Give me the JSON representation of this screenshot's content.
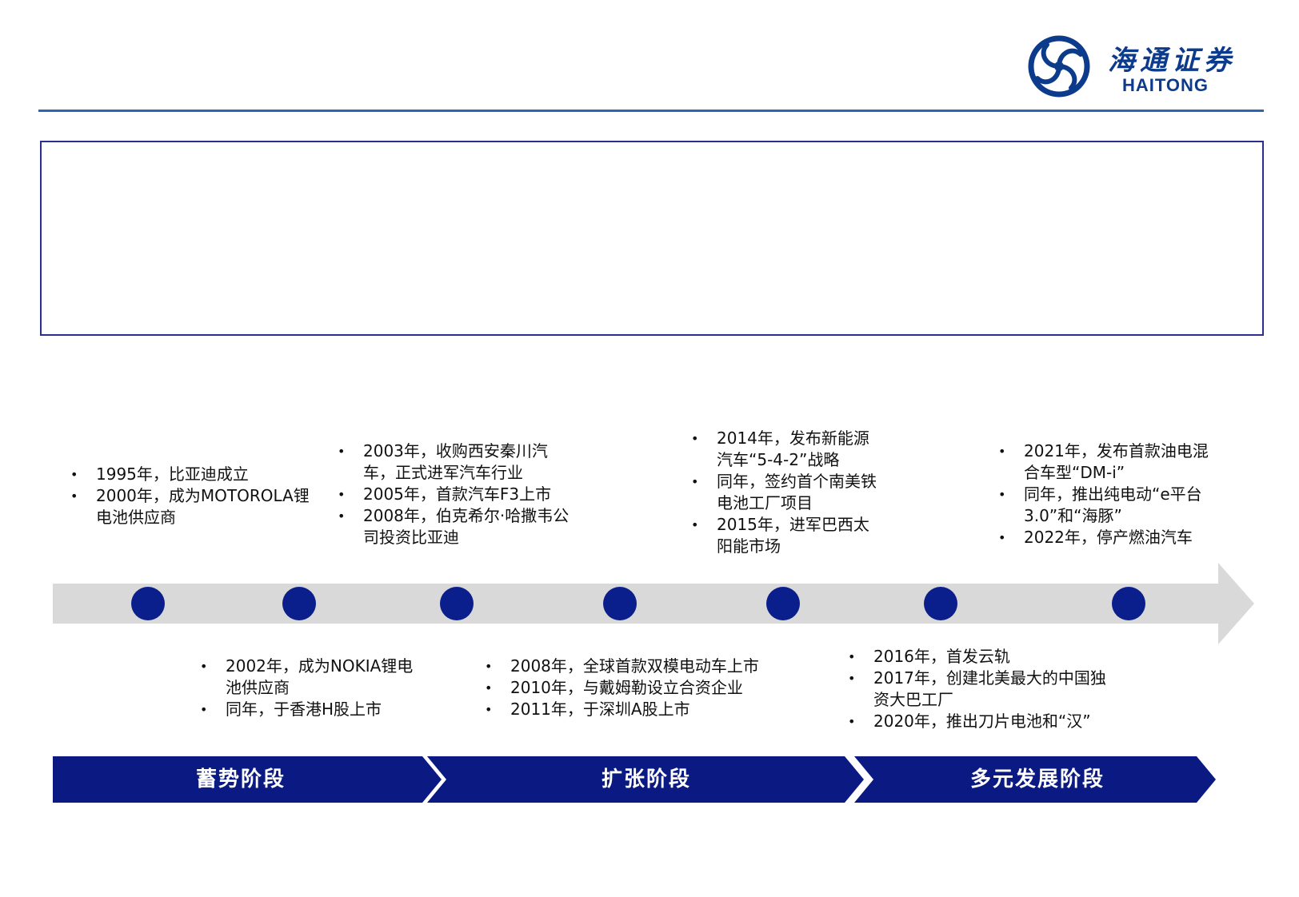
{
  "header": {
    "logo_cn": "海通证券",
    "logo_en": "HAITONG"
  },
  "colors": {
    "brand_blue": "#0d3b8c",
    "dot_navy": "#0a1e8c",
    "phase_navy": "#0a1a82",
    "timeline_gray": "#d9d9d9"
  },
  "timeline": {
    "top": [
      {
        "items": [
          "1995年，比亚迪成立",
          "2000年，成为MOTOROLA锂电池供应商"
        ]
      },
      {
        "items": [
          "2003年，收购西安秦川汽车，正式进军汽车行业",
          "2005年，首款汽车F3上市",
          "2008年，伯克希尔·哈撒韦公司投资比亚迪"
        ]
      },
      {
        "items": [
          "2014年，发布新能源汽车“5-4-2”战略",
          "同年，签约首个南美铁电池工厂项目",
          "2015年，进军巴西太阳能市场"
        ]
      },
      {
        "items": [
          "2021年，发布首款油电混合车型“DM-i”",
          "同年，推出纯电动“e平台3.0”和“海豚”",
          "2022年，停产燃油汽车"
        ]
      }
    ],
    "bottom": [
      {
        "items": [
          "2002年，成为NOKIA锂电池供应商",
          "同年，于香港H股上市"
        ]
      },
      {
        "items": [
          "2008年，全球首款双模电动车上市",
          "2010年，与戴姆勒设立合资企业",
          "2011年，于深圳A股上市"
        ]
      },
      {
        "items": [
          "2016年，首发云轨",
          "2017年，创建北美最大的中国独资大巴工厂",
          "2020年，推出刀片电池和“汉”"
        ]
      }
    ]
  },
  "phases": [
    "蓄势阶段",
    "扩张阶段",
    "多元发展阶段"
  ]
}
